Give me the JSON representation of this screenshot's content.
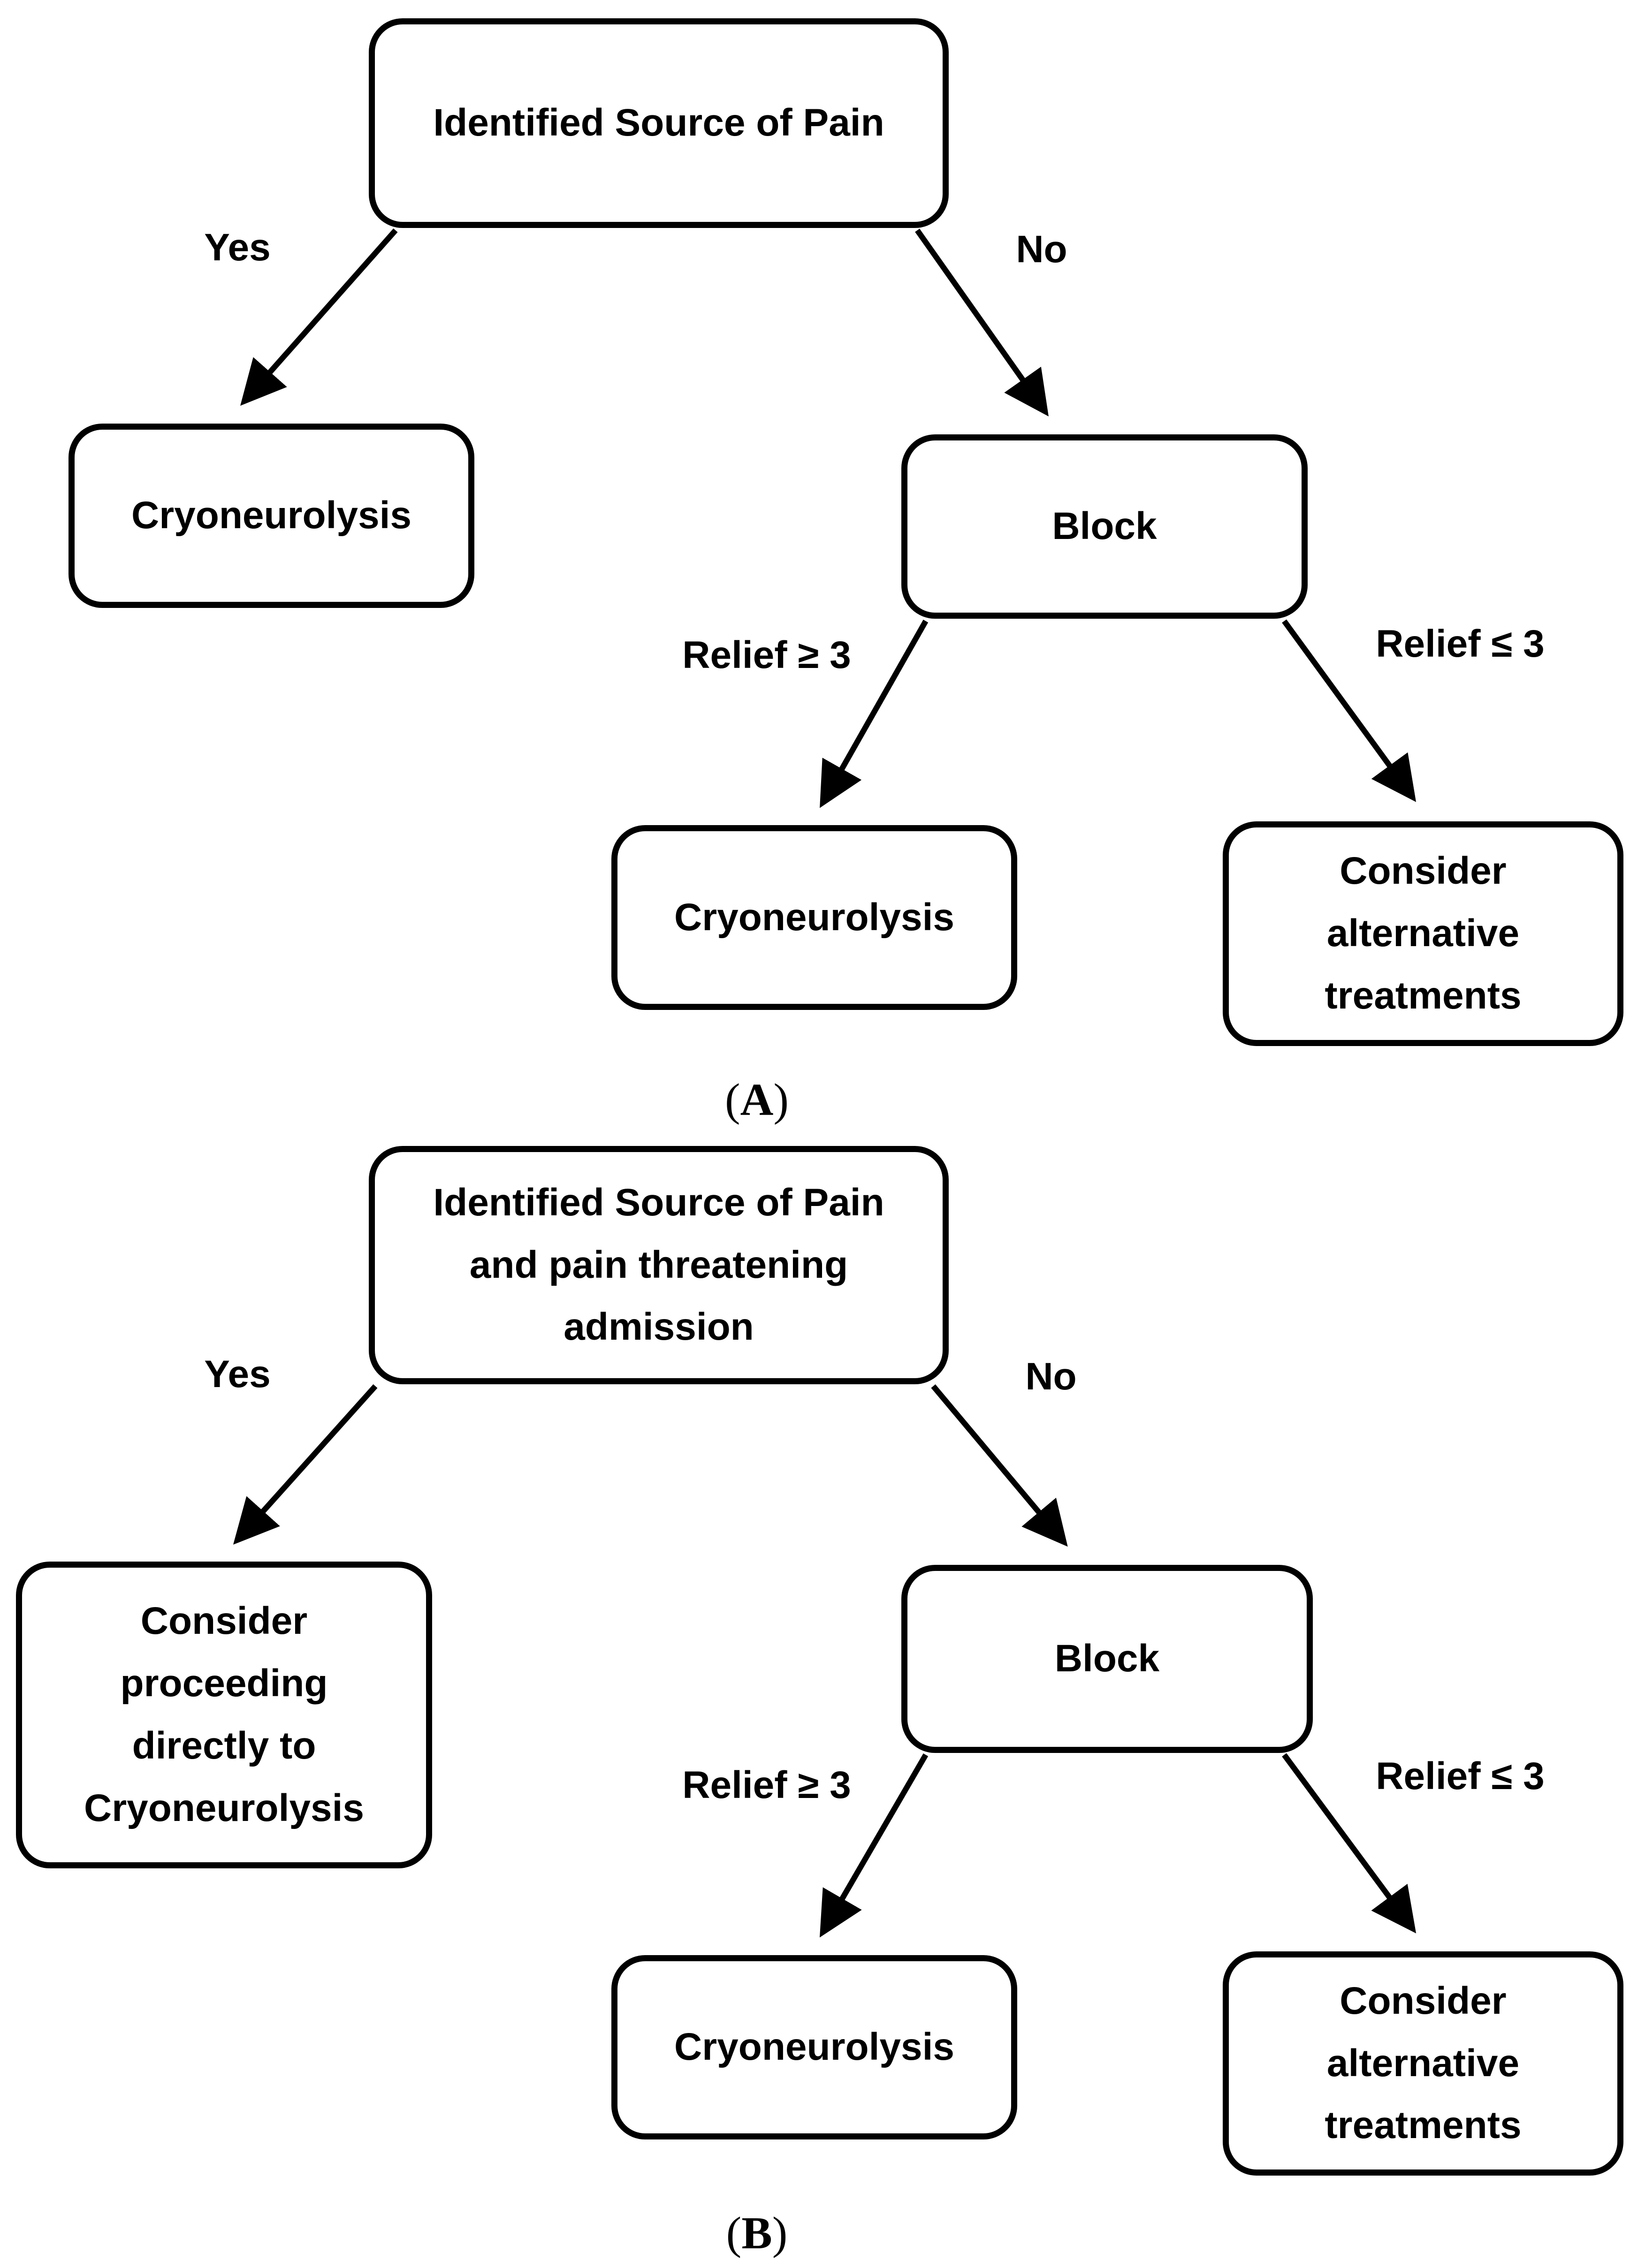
{
  "figure": {
    "panel_a": {
      "caption": {
        "open": "(",
        "letter": "A",
        "close": ")"
      },
      "root_label": "Identified Source of Pain",
      "branch_yes_label": "Yes",
      "branch_no_label": "No",
      "node_yes": "Cryoneurolysis",
      "node_block": "Block",
      "branch_relief_high_label": "Relief ≥ 3",
      "branch_relief_low_label": "Relief ≤ 3",
      "node_relief_high": "Cryoneurolysis",
      "node_relief_low_lines": [
        "Consider",
        "alternative",
        "treatments"
      ]
    },
    "panel_b": {
      "caption": {
        "open": "(",
        "letter": "B",
        "close": ")"
      },
      "root_label_lines": [
        "Identified Source of Pain",
        "and pain threatening",
        "admission"
      ],
      "branch_yes_label": "Yes",
      "branch_no_label": "No",
      "node_yes_lines": [
        "Consider",
        "proceeding",
        "directly to",
        "Cryoneurolysis"
      ],
      "node_block": "Block",
      "branch_relief_high_label": "Relief ≥ 3",
      "branch_relief_low_label": "Relief ≤ 3",
      "node_relief_high": "Cryoneurolysis",
      "node_relief_low_lines": [
        "Consider",
        "alternative",
        "treatments"
      ]
    },
    "colors": {
      "line": "#000000",
      "node_border": "#000000",
      "node_fill": "#ffffff",
      "text": "#000000",
      "background": "#ffffff"
    }
  }
}
